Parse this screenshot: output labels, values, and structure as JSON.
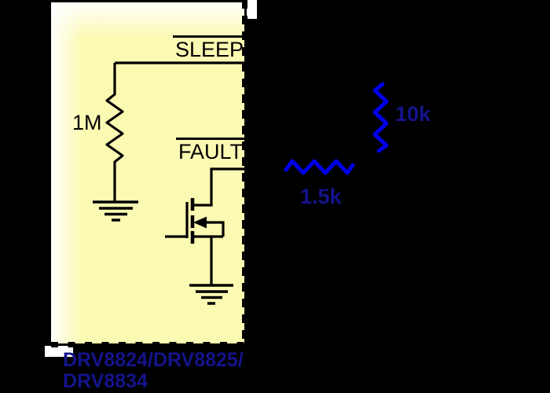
{
  "device": {
    "name": "DRV8824/DRV8825/\nDRV8834"
  },
  "pins": {
    "sleep": "SLEEP",
    "fault": "FAULT"
  },
  "components": {
    "internal_pullup_resistor": "1M",
    "external_pullup_resistor": "10k",
    "series_resistor": "1.5k"
  },
  "colors": {
    "bg": "#000000",
    "block-fill": "#FBFAB2",
    "line": "#000000",
    "resistor-blue": "#0000E8",
    "label-navy": "#14148C"
  }
}
